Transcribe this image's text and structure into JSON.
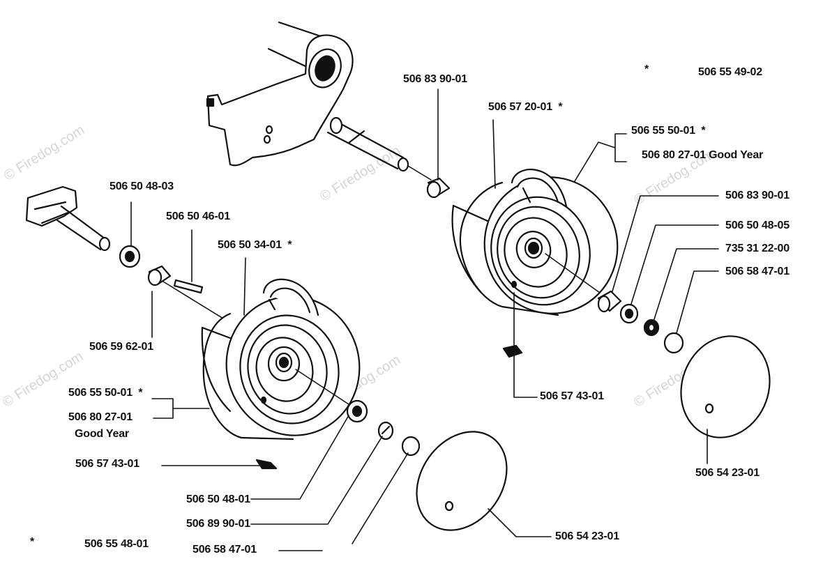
{
  "watermark": "© Firedog.com",
  "footnote_marker": "*",
  "labels": {
    "top_kit": "506 55 49-02",
    "bottom_kit": "506 55 48-01",
    "r_spacer_top": "506 83 90-01",
    "r_wheel": "506 57 20-01",
    "r_tire": "506 55 50-01",
    "r_tire_gy": "506 80 27-01 Good Year",
    "r_spacer": "506 83 90-01",
    "r_washer": "506 50 48-05",
    "r_nut": "735 31 22-00",
    "r_ring": "506 58 47-01",
    "r_valve": "506 57 43-01",
    "r_cap": "506 54 23-01",
    "l_washer_top": "506 50 48-03",
    "l_key": "506 50 46-01",
    "l_wheel": "506 50 34-01",
    "l_bushing": "506 59 62-01",
    "l_tire": "506 55 50-01",
    "l_tire_gy": "506 80 27-01",
    "l_goodyear": "Good Year",
    "l_valve": "506 57 43-01",
    "l_washer": "506 50 48-01",
    "l_clip": "506 89 90-01",
    "l_ring": "506 58 47-01",
    "l_cap": "506 54 23-01"
  }
}
